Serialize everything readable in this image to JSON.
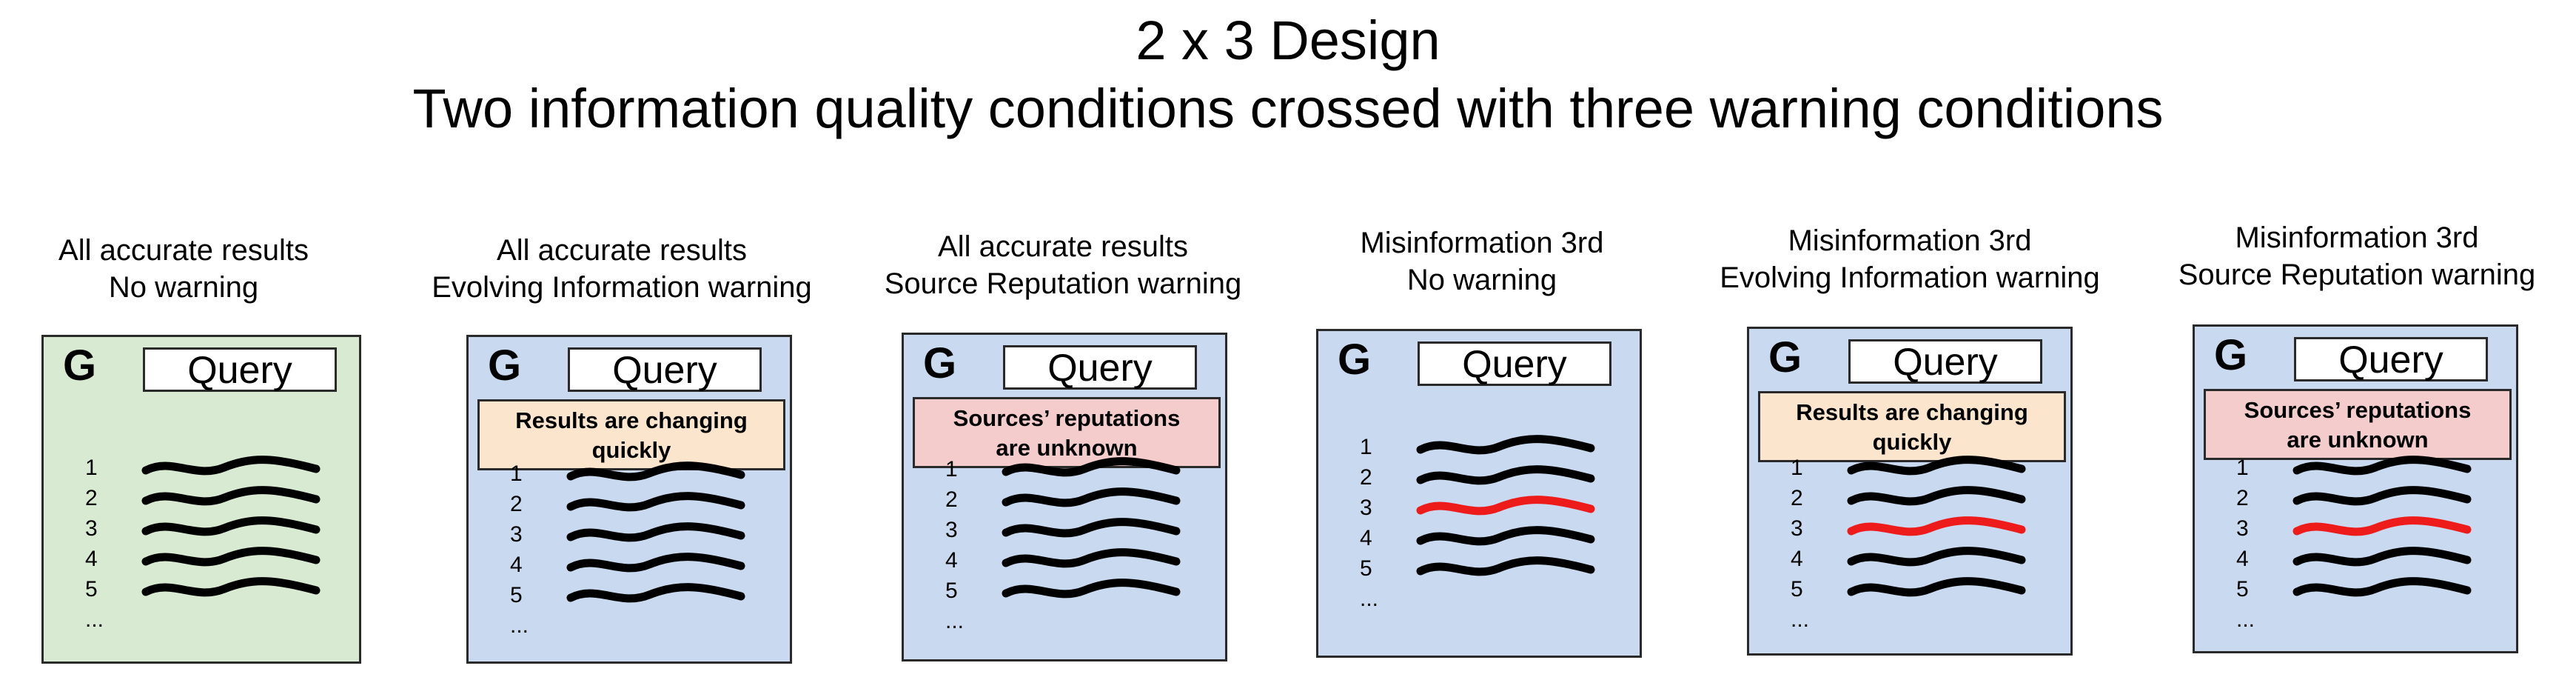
{
  "title": {
    "line1": "2 x 3 Design",
    "line2": "Two information quality conditions crossed with three warning conditions"
  },
  "colors": {
    "panel_green": "#d9ead3",
    "panel_blue": "#c9daf0",
    "warning_orange": "#fce5cd",
    "warning_red": "#f4cccc",
    "result_normal": "#000000",
    "result_misinformation": "#ee1b1b"
  },
  "panels": [
    {
      "label1": "All accurate results",
      "label2": "No warning",
      "logo": "G",
      "query": "Query",
      "warning": null,
      "rank": [
        "1",
        "2",
        "3",
        "4",
        "5",
        "..."
      ],
      "misinformation_rank": null
    },
    {
      "label1": "All accurate results",
      "label2": "Evolving Information warning",
      "logo": "G",
      "query": "Query",
      "warning": {
        "line1": "Results are changing",
        "line2": "quickly"
      },
      "rank": [
        "1",
        "2",
        "3",
        "4",
        "5",
        "..."
      ],
      "misinformation_rank": null
    },
    {
      "label1": "All accurate results",
      "label2": "Source Reputation warning",
      "logo": "G",
      "query": "Query",
      "warning": {
        "line1": "Sources’ reputations",
        "line2": "are unknown"
      },
      "rank": [
        "1",
        "2",
        "3",
        "4",
        "5",
        "..."
      ],
      "misinformation_rank": null
    },
    {
      "label1": "Misinformation 3rd",
      "label2": "No warning",
      "logo": "G",
      "query": "Query",
      "warning": null,
      "rank": [
        "1",
        "2",
        "3",
        "4",
        "5",
        "..."
      ],
      "misinformation_rank": 3
    },
    {
      "label1": "Misinformation 3rd",
      "label2": "Evolving Information warning",
      "logo": "G",
      "query": "Query",
      "warning": {
        "line1": "Results are changing",
        "line2": "quickly"
      },
      "rank": [
        "1",
        "2",
        "3",
        "4",
        "5",
        "..."
      ],
      "misinformation_rank": 3
    },
    {
      "label1": "Misinformation 3rd",
      "label2": "Source Reputation warning",
      "logo": "G",
      "query": "Query",
      "warning": {
        "line1": "Sources’ reputations",
        "line2": "are unknown"
      },
      "rank": [
        "1",
        "2",
        "3",
        "4",
        "5",
        "..."
      ],
      "misinformation_rank": 3
    }
  ]
}
